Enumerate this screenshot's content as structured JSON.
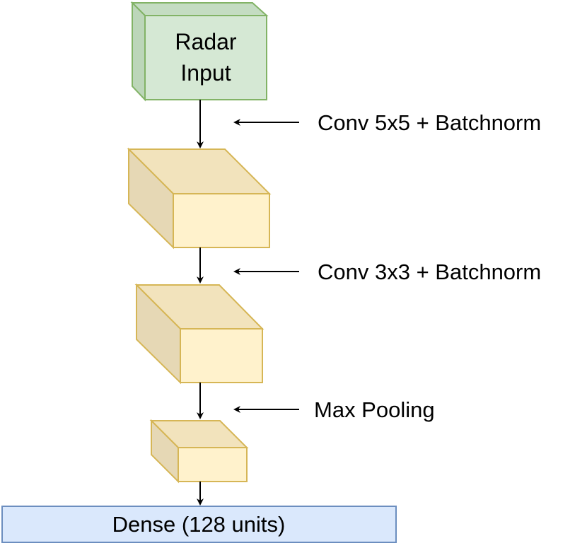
{
  "diagram": {
    "input_box": {
      "line1": "Radar",
      "line2": "Input",
      "fill": "#d5e8d4",
      "stroke": "#82b366"
    },
    "layers": [
      {
        "label": "Conv 5x5 + Batchnorm"
      },
      {
        "label": "Conv 3x3 + Batchnorm"
      },
      {
        "label": "Max Pooling"
      }
    ],
    "block_colors": {
      "front": "#fff2cc",
      "top": "#f2e3bc",
      "side": "#e6d8b5",
      "stroke": "#d6b656"
    },
    "output_box": {
      "label": "Dense (128 units)",
      "fill": "#dae8fc",
      "stroke": "#6c8ebf"
    },
    "arrow_color": "#000000"
  }
}
